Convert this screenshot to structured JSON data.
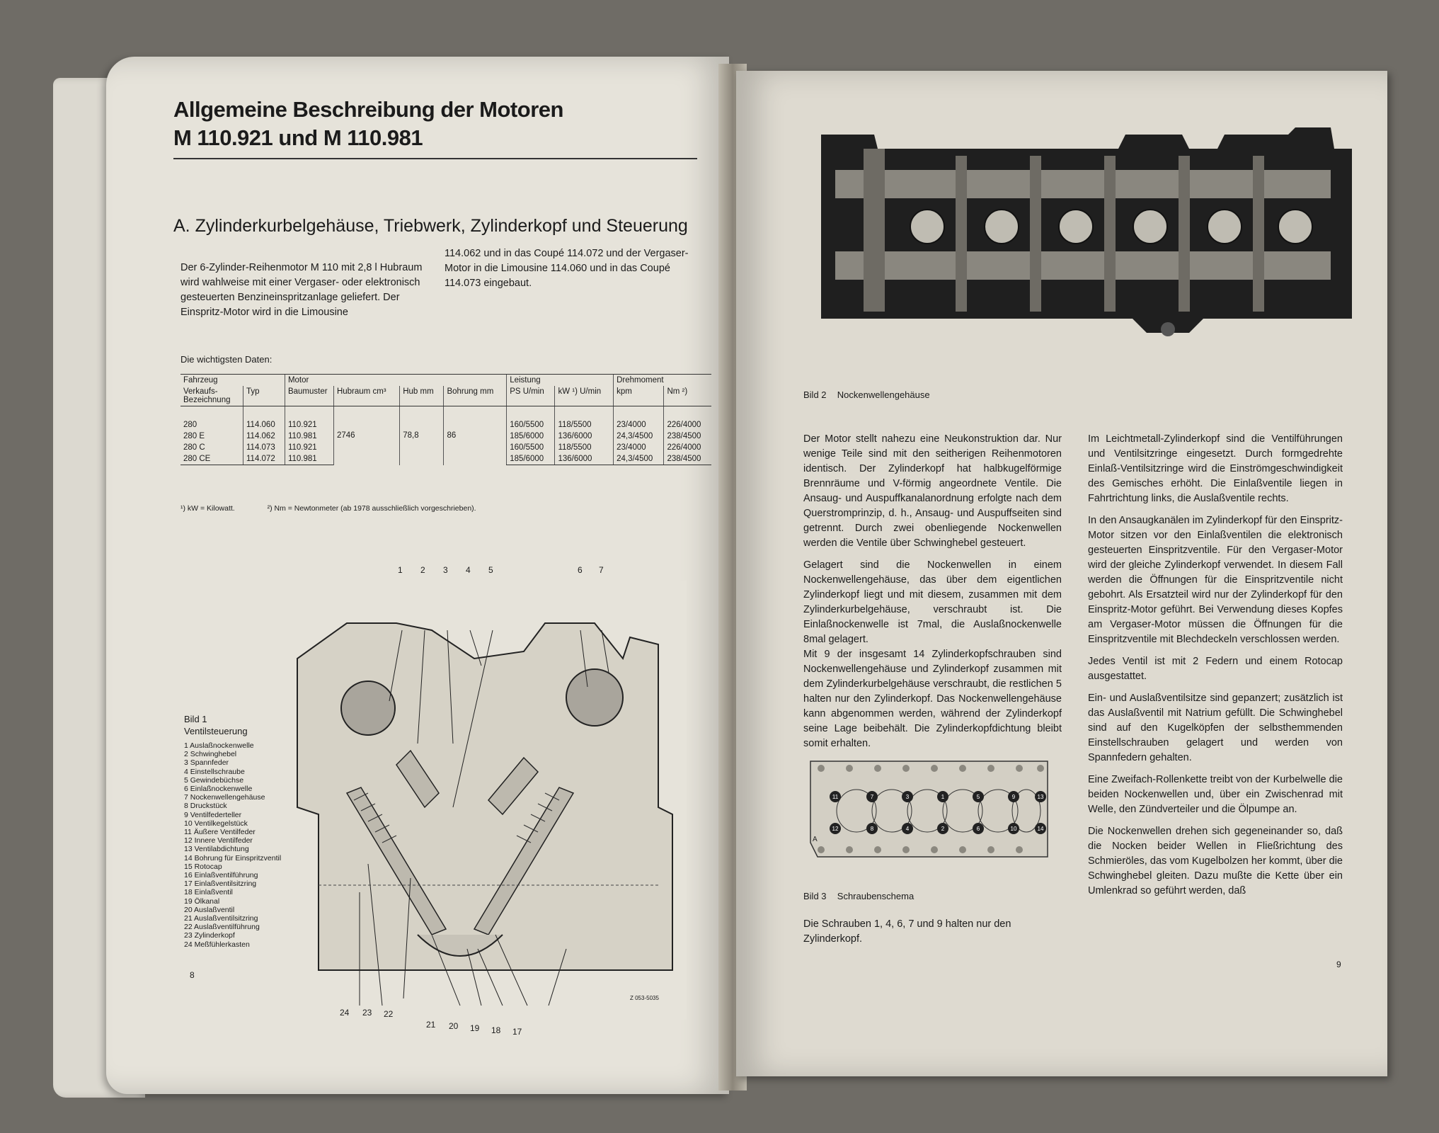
{
  "left_page": {
    "title_line1": "Allgemeine Beschreibung der Motoren",
    "title_line2": "M 110.921 und M 110.981",
    "section": "A. Zylinderkurbelgehäuse, Triebwerk, Zylinderkopf und Steuerung",
    "intro_col1": "Der 6-Zylinder-Reihenmotor M 110 mit 2,8 l Hubraum wird wahlweise mit einer Vergaser- oder elektronisch gesteuerten Benzineinspritzanlage geliefert. Der Einspritz-Motor wird in die Limousine",
    "intro_col2": "114.062 und in das Coupé 114.072 und der Vergaser-Motor in die Limousine 114.060 und in das Coupé 114.073 eingebaut.",
    "data_label": "Die wichtigsten Daten:",
    "table": {
      "group_fahrzeug": "Fahrzeug",
      "group_motor": "Motor",
      "group_leistung": "Leistung",
      "group_drehmoment": "Drehmoment",
      "h_verkauf": "Verkaufs-Bezeichnung",
      "h_typ": "Typ",
      "h_baumuster": "Baumuster",
      "h_hubraum": "Hubraum cm³",
      "h_hub": "Hub mm",
      "h_bohrung": "Bohrung mm",
      "h_ps": "PS U/min",
      "h_kw": "kW ¹) U/min",
      "h_kpm": "kpm",
      "h_nm": "Nm ²)",
      "rows": [
        {
          "name": "280",
          "typ": "114.060",
          "bm": "110.921",
          "ps": "160/5500",
          "kw": "118/5500",
          "kpm": "23/4000",
          "nm": "226/4000"
        },
        {
          "name": "280 E",
          "typ": "114.062",
          "bm": "110.981",
          "ps": "185/6000",
          "kw": "136/6000",
          "kpm": "24,3/4500",
          "nm": "238/4500"
        },
        {
          "name": "280 C",
          "typ": "114.073",
          "bm": "110.921",
          "ps": "160/5500",
          "kw": "118/5500",
          "kpm": "23/4000",
          "nm": "226/4000"
        },
        {
          "name": "280 CE",
          "typ": "114.072",
          "bm": "110.981",
          "ps": "185/6000",
          "kw": "136/6000",
          "kpm": "24,3/4500",
          "nm": "238/4500"
        }
      ],
      "hubraum": "2746",
      "hub": "78,8",
      "bohrung": "86"
    },
    "footnote1": "¹) kW = Kilowatt.",
    "footnote2": "²) Nm = Newtonmeter (ab 1978 ausschließlich vorgeschrieben).",
    "fig1_label": "Bild 1",
    "fig1_title": "Ventilsteuerung",
    "fig1_legend": [
      "1 Auslaßnockenwelle",
      "2 Schwinghebel",
      "3 Spannfeder",
      "4 Einstellschraube",
      "5 Gewindebüchse",
      "6 Einlaßnockenwelle",
      "7 Nockenwellengehäuse",
      "8 Druckstück",
      "9 Ventilfederteller",
      "10 Ventilkegelstück",
      "11 Äußere Ventilfeder",
      "12 Innere Ventilfeder",
      "13 Ventilabdichtung",
      "14 Bohrung für Einspritzventil",
      "15 Rotocap",
      "16 Einlaßventilführung",
      "17 Einlaßventilsitzring",
      "18 Einlaßventil",
      "19 Ölkanal",
      "20 Auslaßventil",
      "21 Auslaßventilsitzring",
      "22 Auslaßventilführung",
      "23 Zylinderkopf",
      "24 Meßfühlerkasten"
    ],
    "fig1_top_numbers": [
      "1",
      "2",
      "3",
      "4",
      "5",
      "6",
      "7"
    ],
    "fig1_bottom_numbers": [
      "24",
      "23",
      "22",
      "21",
      "20",
      "19",
      "18",
      "17"
    ],
    "fig1_code": "Z 053-5035",
    "page_number": "8"
  },
  "right_page": {
    "fig2_label": "Bild 2",
    "fig2_title": "Nockenwellengehäuse",
    "col1_p1": "Der Motor stellt nahezu eine Neukonstruktion dar. Nur wenige Teile sind mit den seitherigen Reihenmotoren identisch. Der Zylinderkopf hat halbkugelförmige Brennräume und V-förmig angeordnete Ventile. Die Ansaug- und Auspuffkanalanordnung erfolgte nach dem Querstromprinzip, d. h., Ansaug- und Auspuffseiten sind getrennt. Durch zwei obenliegende Nockenwellen werden die Ventile über Schwinghebel gesteuert.",
    "col1_p2": "Gelagert sind die Nockenwellen in einem Nockenwellengehäuse, das über dem eigentlichen Zylinderkopf liegt und mit diesem, zusammen mit dem Zylinderkurbelgehäuse, verschraubt ist. Die Einlaßnockenwelle ist 7mal, die Auslaßnockenwelle 8mal gelagert.",
    "col1_p3": "Mit 9 der insgesamt 14 Zylinderkopfschrauben sind Nockenwellengehäuse und Zylinderkopf zusammen mit dem Zylinderkurbelgehäuse verschraubt, die restlichen 5 halten nur den Zylinderkopf. Das Nockenwellengehäuse kann abgenommen werden, während der Zylinderkopf seine Lage beibehält. Die Zylinderkopfdichtung bleibt somit erhalten.",
    "fig3_label": "Bild 3",
    "fig3_title": "Schraubenschema",
    "fig3_text": "Die Schrauben 1, 4, 6, 7 und 9 halten nur den Zylinderkopf.",
    "fig3_bolts": [
      "11",
      "7",
      "3",
      "1",
      "5",
      "9",
      "13",
      "12",
      "8",
      "4",
      "2",
      "6",
      "10",
      "14"
    ],
    "fig3_marker": "A",
    "col2_p1": "Im Leichtmetall-Zylinderkopf sind die Ventilführungen und Ventilsitzringe eingesetzt. Durch formgedrehte Einlaß-Ventilsitzringe wird die Einströmgeschwindigkeit des Gemisches erhöht. Die Einlaßventile liegen in Fahrtrichtung links, die Auslaßventile rechts.",
    "col2_p2": "In den Ansaugkanälen im Zylinderkopf für den Einspritz-Motor sitzen vor den Einlaßventilen die elektronisch gesteuerten Einspritzventile. Für den Vergaser-Motor wird der gleiche Zylinderkopf verwendet. In diesem Fall werden die Öffnungen für die Einspritzventile nicht gebohrt. Als Ersatzteil wird nur der Zylinderkopf für den Einspritz-Motor geführt. Bei Verwendung dieses Kopfes am Vergaser-Motor müssen die Öffnungen für die Einspritzventile mit Blechdeckeln verschlossen werden.",
    "col2_p3": "Jedes Ventil ist mit 2 Federn und einem Rotocap ausgestattet.",
    "col2_p4": "Ein- und Auslaßventilsitze sind gepanzert; zusätzlich ist das Auslaßventil mit Natrium gefüllt. Die Schwinghebel sind auf den Kugelköpfen der selbsthemmenden Einstellschrauben gelagert und werden von Spannfedern gehalten.",
    "col2_p5": "Eine Zweifach-Rollenkette treibt von der Kurbelwelle die beiden Nockenwellen und, über ein Zwischenrad mit Welle, den Zündverteiler und die Ölpumpe an.",
    "col2_p6": "Die Nockenwellen drehen sich gegeneinander so, daß die Nocken beider Wellen in Fließrichtung des Schmieröles, das vom Kugelbolzen her kommt, über die Schwinghebel gleiten. Dazu mußte die Kette über ein Umlenkrad so geführt werden, daß",
    "page_number": "9"
  }
}
